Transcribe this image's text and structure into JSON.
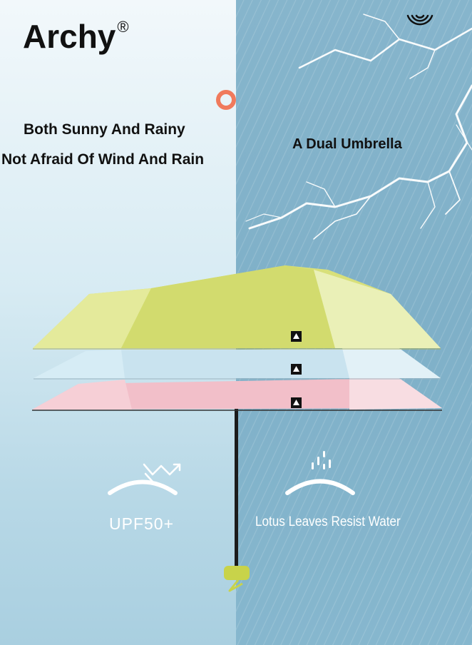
{
  "brand": {
    "name": "Archy",
    "mark": "®"
  },
  "headlines": {
    "sunny_rainy": "Both Sunny And Rainy",
    "wind_rain": "Not Afraid Of Wind And Rain",
    "dual": "A Dual Umbrella"
  },
  "features": {
    "upf": "UPF50+",
    "lotus": "Lotus Leaves Resist Water"
  },
  "icons": [
    "sun-arc-icon",
    "uv-arrows-icon",
    "water-drops-icon",
    "wifi-signal-icon",
    "lightning-icon",
    "logo-icon"
  ],
  "colors": {
    "canopy_yellow": "#d8e07a",
    "canopy_blue": "#c9e3ef",
    "canopy_pink": "#f2bfc9",
    "accent_ring": "#f07a5c",
    "handle": "#c8d34a"
  }
}
